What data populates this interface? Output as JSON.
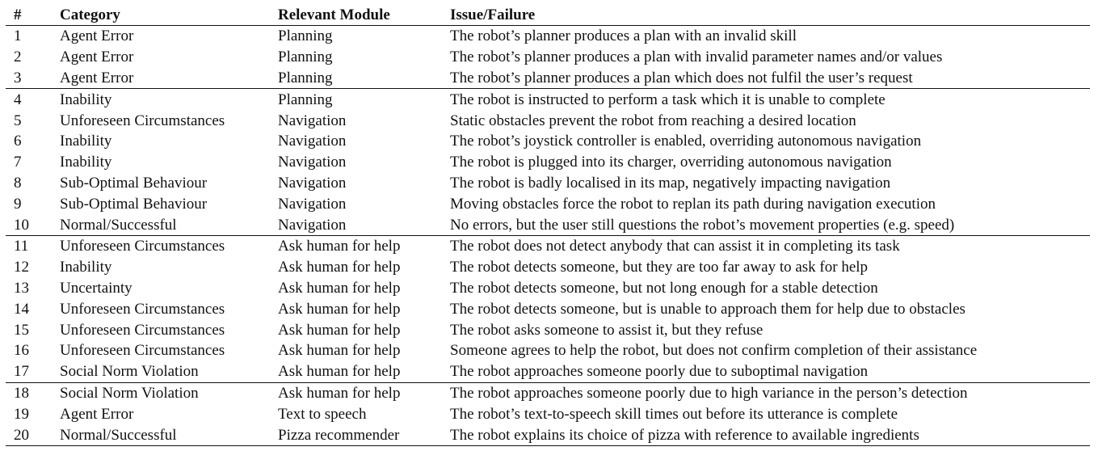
{
  "headers": {
    "num": "#",
    "category": "Category",
    "module": "Relevant Module",
    "issue": "Issue/Failure"
  },
  "rows": [
    {
      "num": "1",
      "category": "Agent Error",
      "module": "Planning",
      "issue": "The robot’s planner produces a plan with an invalid skill"
    },
    {
      "num": "2",
      "category": "Agent Error",
      "module": "Planning",
      "issue": "The robot’s planner produces a plan with invalid parameter names and/or values"
    },
    {
      "num": "3",
      "category": "Agent Error",
      "module": "Planning",
      "issue": "The robot’s planner produces a plan which does not fulfil the user’s request"
    },
    {
      "num": "4",
      "category": "Inability",
      "module": "Planning",
      "issue": "The robot is instructed to perform a task which it is unable to complete"
    },
    {
      "num": "5",
      "category": "Unforeseen Circumstances",
      "module": "Navigation",
      "issue": "Static obstacles prevent the robot from reaching a desired location"
    },
    {
      "num": "6",
      "category": "Inability",
      "module": "Navigation",
      "issue": "The robot’s joystick controller is enabled, overriding autonomous navigation"
    },
    {
      "num": "7",
      "category": "Inability",
      "module": "Navigation",
      "issue": "The robot is plugged into its charger, overriding autonomous navigation"
    },
    {
      "num": "8",
      "category": "Sub-Optimal Behaviour",
      "module": "Navigation",
      "issue": "The robot is badly localised in its map, negatively impacting navigation"
    },
    {
      "num": "9",
      "category": "Sub-Optimal Behaviour",
      "module": "Navigation",
      "issue": "Moving obstacles force the robot to replan its path during navigation execution"
    },
    {
      "num": "10",
      "category": "Normal/Successful",
      "module": "Navigation",
      "issue": "No errors, but the user still questions the robot’s movement properties (e.g. speed)"
    },
    {
      "num": "11",
      "category": "Unforeseen Circumstances",
      "module": "Ask human for help",
      "issue": "The robot does not detect anybody that can assist it in completing its task"
    },
    {
      "num": "12",
      "category": "Inability",
      "module": "Ask human for help",
      "issue": "The robot detects someone, but they are too far away to ask for help"
    },
    {
      "num": "13",
      "category": "Uncertainty",
      "module": "Ask human for help",
      "issue": "The robot detects someone, but not long enough for a stable detection"
    },
    {
      "num": "14",
      "category": "Unforeseen Circumstances",
      "module": "Ask human for help",
      "issue": "The robot detects someone, but is unable to approach them for help due to obstacles"
    },
    {
      "num": "15",
      "category": "Unforeseen Circumstances",
      "module": "Ask human for help",
      "issue": "The robot asks someone to assist it, but they refuse"
    },
    {
      "num": "16",
      "category": "Unforeseen Circumstances",
      "module": "Ask human for help",
      "issue": "Someone agrees to help the robot, but does not confirm completion of their assistance"
    },
    {
      "num": "17",
      "category": "Social Norm Violation",
      "module": "Ask human for help",
      "issue": "The robot approaches someone poorly due to suboptimal navigation"
    },
    {
      "num": "18",
      "category": "Social Norm Violation",
      "module": "Ask human for help",
      "issue": "The robot approaches someone poorly due to high variance in the person’s detection"
    },
    {
      "num": "19",
      "category": "Agent Error",
      "module": "Text to speech",
      "issue": "The robot’s text-to-speech skill times out before its utterance is complete"
    },
    {
      "num": "20",
      "category": "Normal/Successful",
      "module": "Pizza recommender",
      "issue": "The robot explains its choice of pizza with reference to available ingredients"
    }
  ]
}
